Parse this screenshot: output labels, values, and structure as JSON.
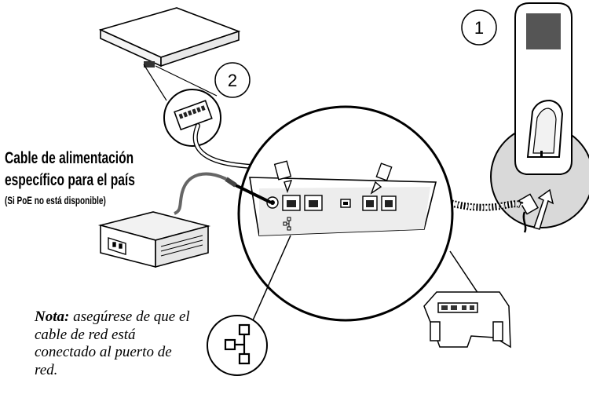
{
  "callouts": {
    "step1": "1",
    "step2": "2"
  },
  "power_cable": {
    "title_line1": "Cable de alimentación",
    "title_line2": "específico para el país",
    "subtitle": "(Si PoE no está disponible)"
  },
  "note": {
    "label": "Nota:",
    "text": "asegúrese de que el cable de red está conectado al puerto de red."
  },
  "icons": {
    "network": "network-port-icon",
    "ac_socket": "ac-inlet-icon",
    "usb": "usb-port-icon"
  }
}
